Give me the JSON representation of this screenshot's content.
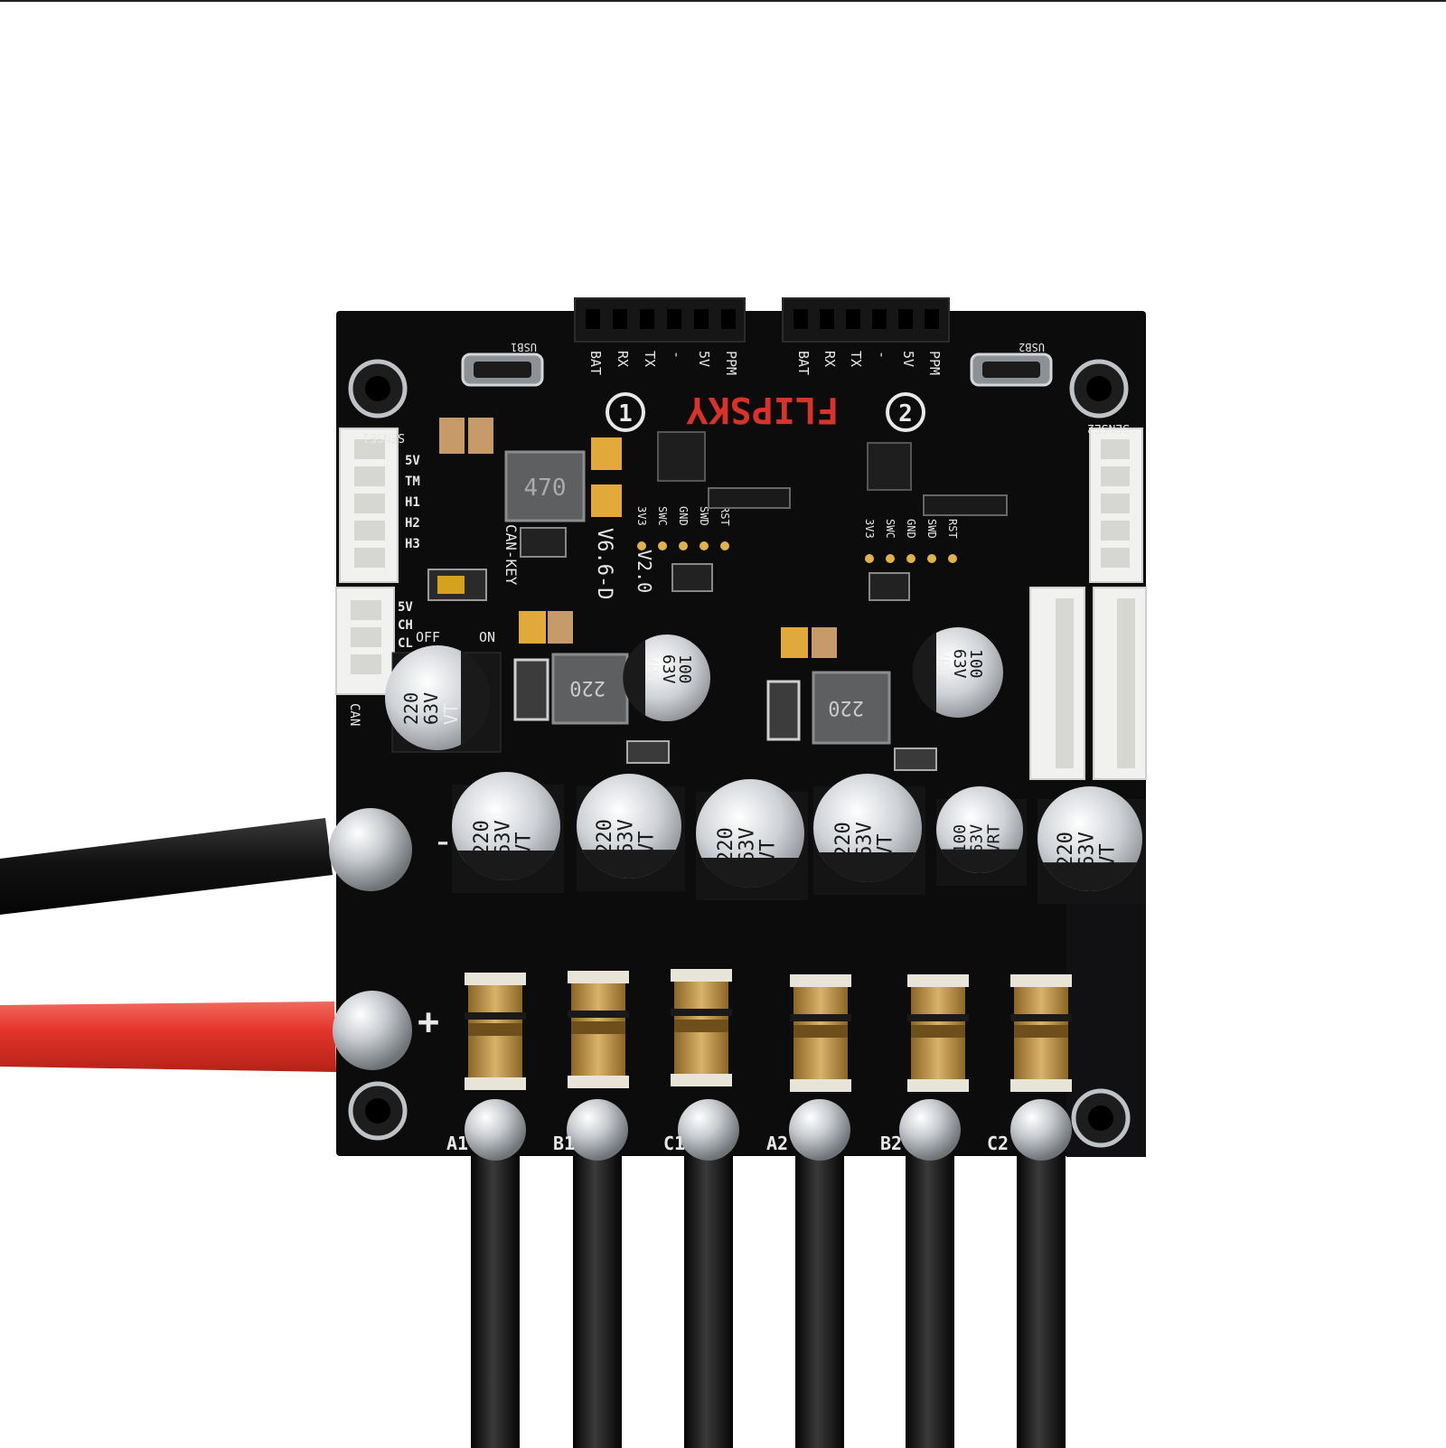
{
  "board": {
    "brand": "FLIPSKY",
    "version_main": "V6.6-D",
    "version_sub": "V2.0",
    "ports": {
      "usb1": "USB1",
      "usb2": "USB2",
      "sense1": "SENSE1",
      "sense2": "SENSE2",
      "can": "CAN",
      "can_key": "CAN-KEY",
      "switch_off": "OFF",
      "switch_on": "ON"
    },
    "header1_pins": [
      "BAT",
      "RX",
      "TX",
      "-",
      "5V",
      "PPM"
    ],
    "header2_pins": [
      "BAT",
      "RX",
      "TX",
      "-",
      "5V",
      "PPM"
    ],
    "channel_marks": [
      "1",
      "2"
    ],
    "sense1_pins": [
      "5V",
      "TM",
      "H1",
      "H2",
      "H3"
    ],
    "can_pins": [
      "5V",
      "CH",
      "CL"
    ],
    "debug_pins": [
      "3V3",
      "SWC",
      "GND",
      "SWD",
      "RST"
    ],
    "power_marks": {
      "neg": "-",
      "pos": "+"
    },
    "phase_labels": [
      "A1",
      "B1",
      "C1",
      "A2",
      "B2",
      "C2"
    ],
    "inductors": [
      "470",
      "220",
      "220"
    ],
    "caps_top": [
      {
        "v": "220",
        "r": "63V",
        "s": "VT"
      },
      {
        "v": "100",
        "r": "63V",
        "s": "VRT"
      },
      {
        "v": "100",
        "r": "63V",
        "s": "VRT"
      }
    ],
    "caps_row": [
      {
        "v": "220",
        "r": "63V",
        "s": "VT"
      },
      {
        "v": "220",
        "r": "63V",
        "s": "VT"
      },
      {
        "v": "220",
        "r": "63V",
        "s": "VT"
      },
      {
        "v": "220",
        "r": "63V",
        "s": "VT"
      },
      {
        "v": "100",
        "r": "63V",
        "s": "VRT"
      },
      {
        "v": "220",
        "r": "63V",
        "s": "VT"
      }
    ]
  },
  "colors": {
    "pcb": "#0c0c0d",
    "silk": "#e8e8e8",
    "wire_black": "#151515",
    "wire_red": "#e5352b",
    "cap_metal": "#cfd2d6",
    "shunt_gold": "#b98f3a",
    "logo_red": "#d8322b"
  }
}
